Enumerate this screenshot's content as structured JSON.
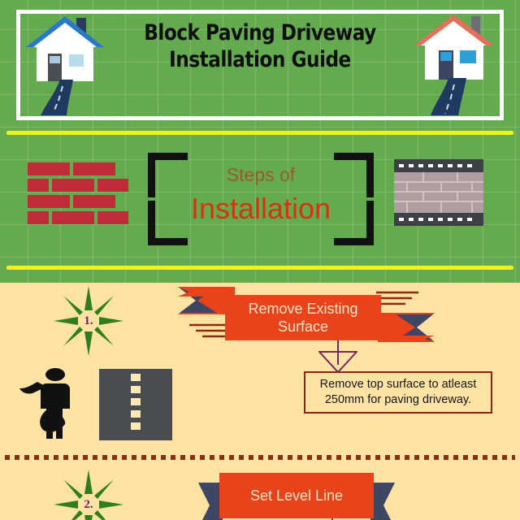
{
  "header": {
    "title_line1": "Block Paving Driveway",
    "title_line2": "Installation Guide",
    "left_house_icon": "house-with-driveway-icon",
    "right_house_icon": "house-with-driveway-icon"
  },
  "steps_band": {
    "eyebrow": "Steps of",
    "heading": "Installation",
    "left_icon": "brick-wall-icon",
    "right_icon": "paving-slab-icon"
  },
  "steps": [
    {
      "number": "1.",
      "banner": "Remove Existing Surface",
      "note": "Remove top surface to atleast 250mm for paving driveway.",
      "icons": [
        "worker-with-shovel-icon",
        "road-surface-icon"
      ]
    },
    {
      "number": "2.",
      "banner": "Set Level Line"
    }
  ],
  "colors": {
    "green_background": "#63ab4e",
    "cream_background": "#fce3a3",
    "yellow_rule": "#f4ef1f",
    "ribbon_orange": "#e8431a",
    "ribbon_tail_navy": "#3d4663",
    "heading_red": "#d8330d",
    "eyebrow_brown": "#9a5a2d",
    "star_green": "#2f7d1f",
    "number_purple": "#7b1767",
    "info_box_border": "#8b2414",
    "arrow_purple": "#7e2560",
    "brick_red": "#bf2b38",
    "divider_brown": "#8b2f14"
  }
}
